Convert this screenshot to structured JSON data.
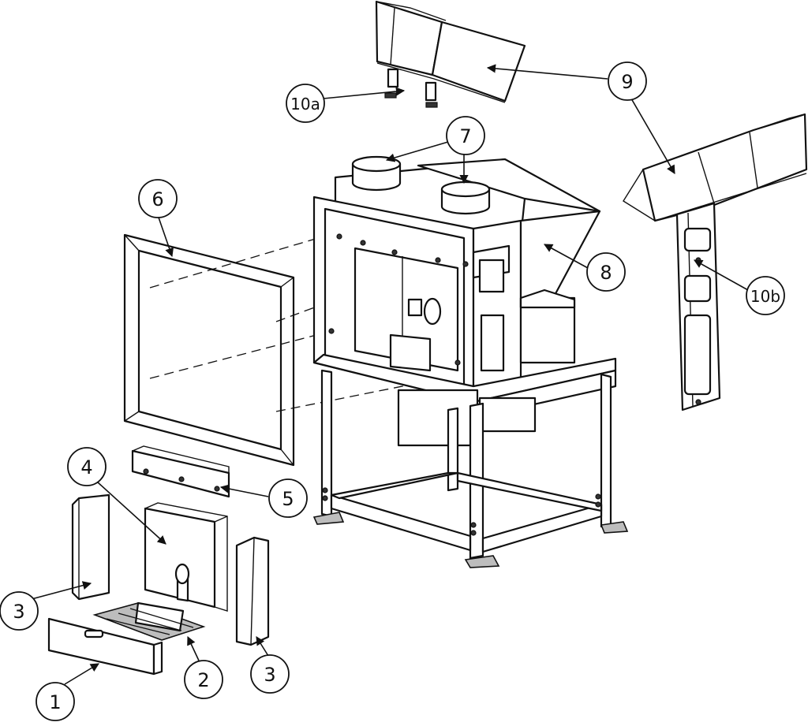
{
  "callouts": [
    {
      "id": "1",
      "label": "1"
    },
    {
      "id": "2",
      "label": "2"
    },
    {
      "id": "3a",
      "label": "3"
    },
    {
      "id": "3b",
      "label": "3"
    },
    {
      "id": "4",
      "label": "4"
    },
    {
      "id": "5",
      "label": "5"
    },
    {
      "id": "6",
      "label": "6"
    },
    {
      "id": "7",
      "label": "7"
    },
    {
      "id": "8",
      "label": "8"
    },
    {
      "id": "9",
      "label": "9"
    },
    {
      "id": "10a",
      "label": "10a"
    },
    {
      "id": "10b",
      "label": "10b"
    }
  ],
  "colors": {
    "line": "#111111",
    "background": "#ffffff",
    "shade": "#bdbdbd"
  }
}
